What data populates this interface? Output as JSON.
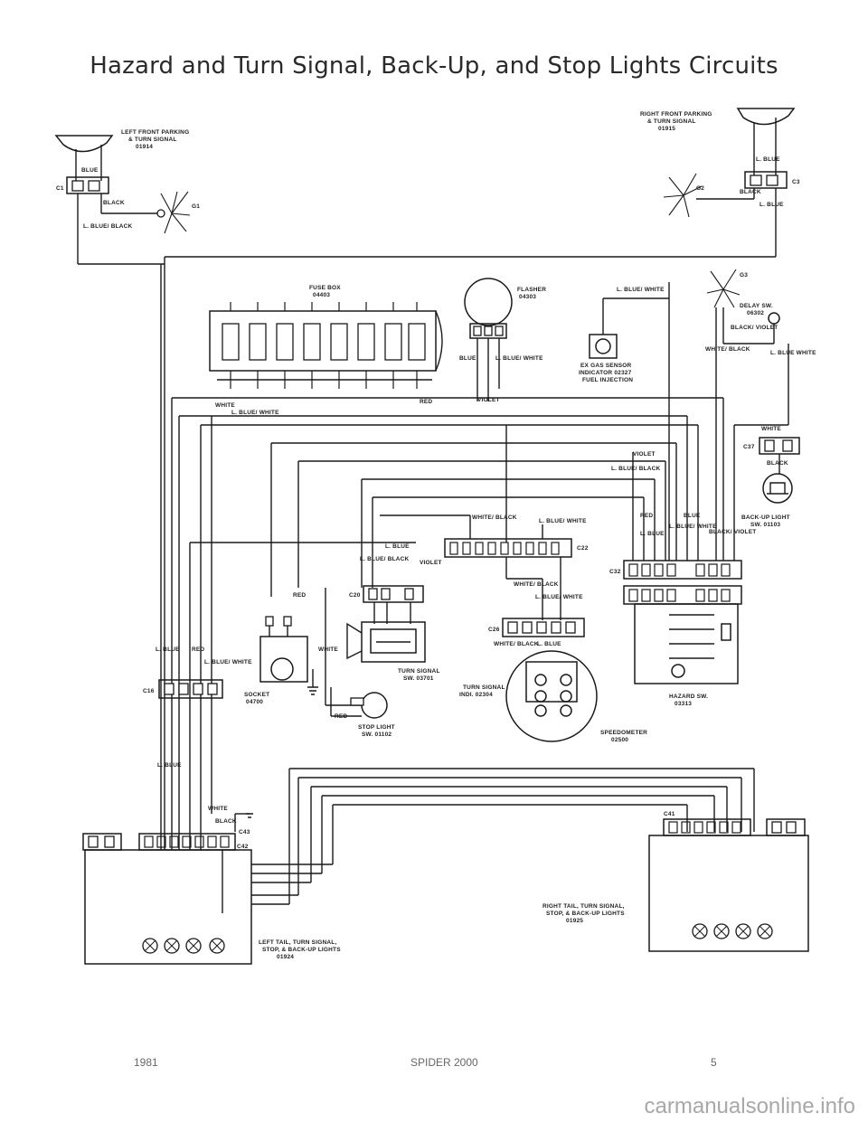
{
  "title": "Hazard and Turn Signal, Back-Up, and Stop Lights Circuits",
  "labels": {
    "left_front_lamp": "LEFT FRONT PARKING",
    "left_front_lamp_sub": "& TURN SIGNAL",
    "left_front_lamp_code": "01914",
    "right_front_lamp": "RIGHT FRONT PARKING",
    "right_front_lamp_sub": "& TURN SIGNAL",
    "right_front_lamp_code": "01915",
    "fuse_box": "FUSE BOX",
    "fuse_box_code": "04403",
    "flasher": "FLASHER",
    "flasher_code": "04303",
    "ex_gas_1": "EX GAS SENSOR",
    "ex_gas_2": "INDICATOR 02327",
    "ex_gas_3": "FUEL INJECTION",
    "delay_sw": "DELAY SW.",
    "delay_sw_code": "06302",
    "backup_light": "BACK-UP LIGHT",
    "backup_light_code": "SW. 01103",
    "turn_signal_sw": "TURN SIGNAL",
    "turn_signal_sw_code": "SW. 03701",
    "socket": "SOCKET",
    "socket_code": "04700",
    "stop_light": "STOP LIGHT",
    "stop_light_code": "SW. 01102",
    "turn_indicator": "TURN SIGNAL",
    "turn_indicator_code": "INDI. 02304",
    "speedometer": "SPEEDOMETER",
    "speedometer_code": "02500",
    "hazard_sw": "HAZARD SW.",
    "hazard_sw_code": "03313",
    "left_tail_1": "LEFT TAIL, TURN SIGNAL,",
    "left_tail_2": "STOP, & BACK-UP LIGHTS",
    "left_tail_code": "01924",
    "right_tail_1": "RIGHT TAIL, TURN SIGNAL,",
    "right_tail_2": "STOP, & BACK-UP LIGHTS",
    "right_tail_code": "01925"
  },
  "connectors": {
    "c1": "C1",
    "c3": "C3",
    "g1": "G1",
    "g2": "G2",
    "g3": "G3",
    "c22": "C22",
    "c20": "C20",
    "c26": "C26",
    "c32": "C32",
    "c37": "C37",
    "c16": "C16",
    "c41": "C41",
    "c42": "C42",
    "c43": "C43"
  },
  "wires": {
    "blue_lf": "BLUE",
    "black_lf": "BLACK",
    "lblue_black_lf": "L. BLUE/ BLACK",
    "blue_rf": "L. BLUE",
    "black_rf": "BLACK",
    "lblue_rf": "L. BLUE",
    "white_fuse": "WHITE",
    "lblue_white_fuse": "L. BLUE/ WHITE",
    "red_fuse": "RED",
    "violet_1": "VIOLET",
    "violet_2": "VIOLET",
    "lblue_black_mid": "L. BLUE/ BLACK",
    "blue_flasher": "BLUE",
    "lblue_white_flasher": "L. BLUE/ WHITE",
    "lblue_white_gas": "L. BLUE/ WHITE",
    "black_violet_g3": "BLACK/ VIOLET",
    "white_black_g3": "WHITE/ BLACK",
    "lblue_white_delay": "L. BLUE WHITE",
    "white_backup": "WHITE",
    "black_backup": "BLACK",
    "white_black_c22": "WHITE/ BLACK",
    "lblue_white_c22": "L. BLUE/ WHITE",
    "lblue_c20": "L. BLUE",
    "lblue_black_c20": "L. BLUE/ BLACK",
    "violet_c20": "VIOLET",
    "red_socket": "RED",
    "red_c16": "RED",
    "lblue_c16": "L. BLUE",
    "white_c16": "L. BLUE/ WHITE",
    "lblue_left": "L. BLUE",
    "white_rear": "WHITE",
    "black_rear": "BLACK",
    "white_black_c26": "WHITE/ BLACK",
    "lblue_white_c26": "L. BLUE/ WHITE",
    "white_black_spd": "WHITE/ BLACK",
    "lblue_spd": "L. BLUE",
    "red_haz": "RED",
    "blue_haz": "BLUE",
    "lblue_haz": "L. BLUE",
    "lblue_white_haz": "L. BLUE/ WHITE",
    "black_violet_haz": "BLACK/ VIOLET",
    "white_socket": "WHITE",
    "red_stop": "RED"
  },
  "footer": {
    "year": "1981",
    "model": "SPIDER 2000",
    "page": "5"
  },
  "watermark": "carmanualsonline.info"
}
